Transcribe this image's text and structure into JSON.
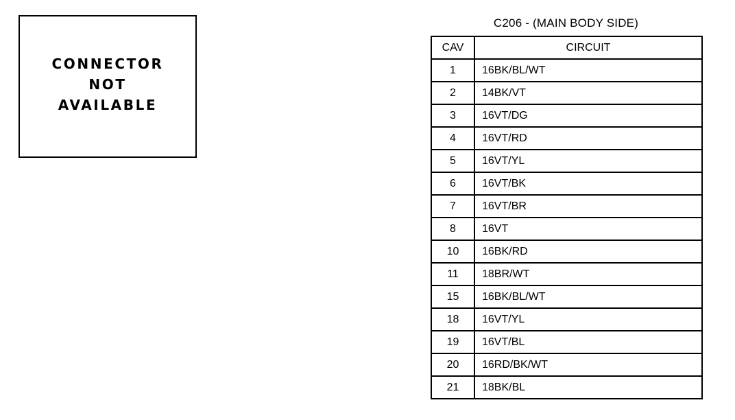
{
  "connector": {
    "message": "CONNECTOR\nNOT\nAVAILABLE"
  },
  "table": {
    "title": "C206 - (MAIN BODY SIDE)",
    "columns": [
      "CAV",
      "CIRCUIT"
    ],
    "rows": [
      {
        "cav": "1",
        "circuit": "16BK/BL/WT"
      },
      {
        "cav": "2",
        "circuit": "14BK/VT"
      },
      {
        "cav": "3",
        "circuit": "16VT/DG"
      },
      {
        "cav": "4",
        "circuit": "16VT/RD"
      },
      {
        "cav": "5",
        "circuit": "16VT/YL"
      },
      {
        "cav": "6",
        "circuit": "16VT/BK"
      },
      {
        "cav": "7",
        "circuit": "16VT/BR"
      },
      {
        "cav": "8",
        "circuit": "16VT"
      },
      {
        "cav": "10",
        "circuit": "16BK/RD"
      },
      {
        "cav": "11",
        "circuit": "18BR/WT"
      },
      {
        "cav": "15",
        "circuit": "16BK/BL/WT"
      },
      {
        "cav": "18",
        "circuit": "16VT/YL"
      },
      {
        "cav": "19",
        "circuit": "16VT/BL"
      },
      {
        "cav": "20",
        "circuit": "16RD/BK/WT"
      },
      {
        "cav": "21",
        "circuit": "18BK/BL"
      }
    ]
  },
  "colors": {
    "ink": "#000000",
    "background": "#ffffff"
  }
}
